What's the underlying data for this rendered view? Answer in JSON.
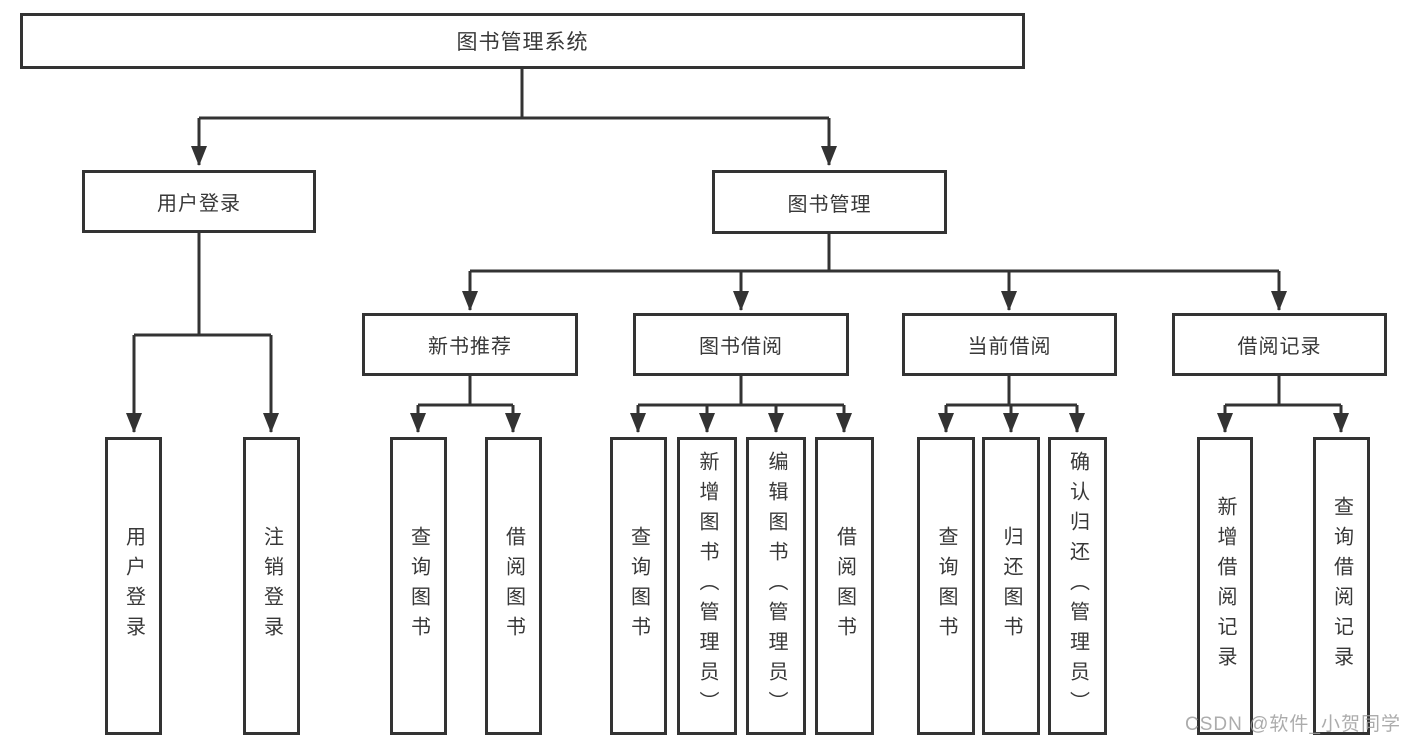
{
  "diagram": {
    "colors": {
      "line": "#333333",
      "border": "#333333",
      "text": "#383838",
      "background": "#ffffff",
      "watermark": "#9e9e9e"
    },
    "watermark": "CSDN @软件_小贺同学",
    "tree": {
      "root": {
        "label": "图书管理系统"
      },
      "branches": [
        {
          "label": "用户登录",
          "children": [
            {
              "label": "用户登录"
            },
            {
              "label": "注销登录"
            }
          ]
        },
        {
          "label": "图书管理",
          "children": [
            {
              "label": "新书推荐",
              "children": [
                {
                  "label": "查询图书"
                },
                {
                  "label": "借阅图书"
                }
              ]
            },
            {
              "label": "图书借阅",
              "children": [
                {
                  "label": "查询图书"
                },
                {
                  "label": "新增图书（管理员）"
                },
                {
                  "label": "编辑图书（管理员）"
                },
                {
                  "label": "借阅图书"
                }
              ]
            },
            {
              "label": "当前借阅",
              "children": [
                {
                  "label": "查询图书"
                },
                {
                  "label": "归还图书"
                },
                {
                  "label": "确认归还（管理员）"
                }
              ]
            },
            {
              "label": "借阅记录",
              "children": [
                {
                  "label": "新增借阅记录"
                },
                {
                  "label": "查询借阅记录"
                }
              ]
            }
          ]
        }
      ]
    }
  }
}
